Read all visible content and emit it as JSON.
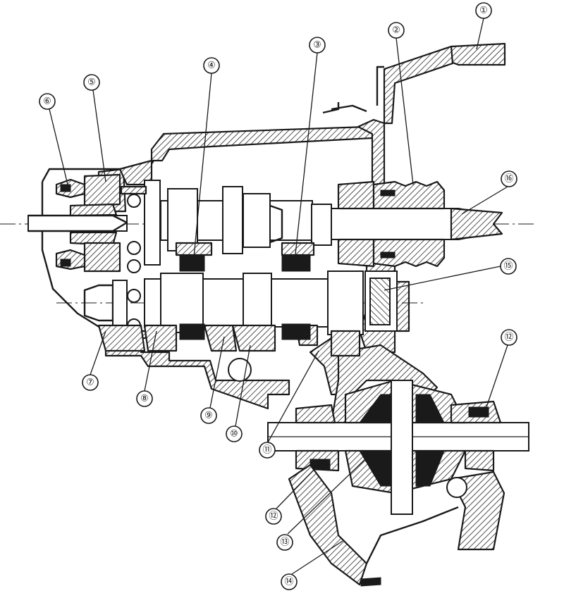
{
  "callouts": [
    {
      "id": "1",
      "label": "①"
    },
    {
      "id": "2",
      "label": "②"
    },
    {
      "id": "3",
      "label": "③"
    },
    {
      "id": "4",
      "label": "④"
    },
    {
      "id": "5",
      "label": "⑤"
    },
    {
      "id": "6",
      "label": "⑥"
    },
    {
      "id": "7",
      "label": "⑦"
    },
    {
      "id": "8",
      "label": "⑧"
    },
    {
      "id": "9",
      "label": "⑨"
    },
    {
      "id": "10",
      "label": "⑩"
    },
    {
      "id": "11",
      "label": "⑪"
    },
    {
      "id": "12a",
      "label": "⑫"
    },
    {
      "id": "12b",
      "label": "⑫"
    },
    {
      "id": "13",
      "label": "⑬"
    },
    {
      "id": "14",
      "label": "⑭"
    },
    {
      "id": "15",
      "label": "⑮"
    },
    {
      "id": "16",
      "label": "⑯"
    }
  ]
}
